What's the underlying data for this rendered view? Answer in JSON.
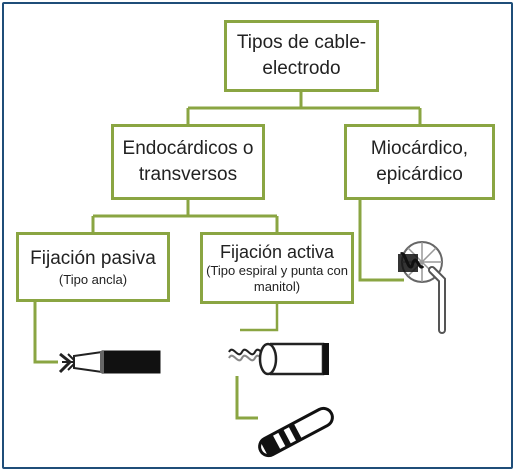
{
  "diagram": {
    "root": {
      "title": "Tipos de cable-electrodo"
    },
    "endocardicos": {
      "title": "Endocárdicos o transversos"
    },
    "miocardico": {
      "title": "Miocárdico, epicárdico"
    },
    "pasiva": {
      "title": "Fijación pasiva",
      "subtitle": "(Tipo ancla)"
    },
    "activa": {
      "title": "Fijación activa",
      "subtitle": "(Tipo espiral y punta con manitol)"
    }
  },
  "icons": {
    "passive_lead": "anchor-tip-lead-icon",
    "active_lead": "screw-tip-lead-icon",
    "mannitol_tip": "mannitol-capsule-icon",
    "epicardial_lead": "epicardial-screw-lead-icon"
  },
  "colors": {
    "box_border": "#8aa542",
    "connector": "#8aa542",
    "frame": "#1f4e79"
  }
}
